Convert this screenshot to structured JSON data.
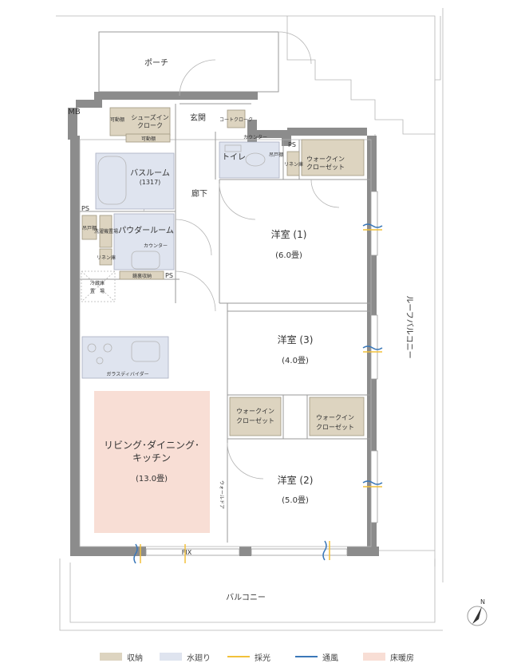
{
  "rooms": {
    "porch": "ポーチ",
    "mb": "MB",
    "shoes_closet_1": "シューズイン",
    "shoes_closet_2": "クローク",
    "movable_shelf_v": "可動棚",
    "movable_shelf_h": "可動棚",
    "entrance": "玄関",
    "coat_closet": "コートクローク",
    "toilet": "トイレ",
    "counter_toilet": "カウンター",
    "hanging_shelf_toilet": "吊戸棚",
    "ps_top": "PS",
    "linen_shelf": "リネン庫",
    "wic_top_1": "ウォークイン",
    "wic_top_2": "クローゼット",
    "bathroom": "バスルーム",
    "bathroom_size": "(1317)",
    "hallway": "廊下",
    "ps_left": "PS",
    "hanging_shelf_left": "吊戸棚",
    "washer_storage": "洗濯機置場",
    "powder_room": "パウダールーム",
    "counter_powder": "カウンター",
    "linen_small": "リネン庫",
    "washstand_storage": "鏡裏収納",
    "ps_mid": "PS",
    "fridge_1": "冷蔵庫",
    "fridge_2": "置　場",
    "glass_divider": "ガラスディバイダー",
    "ldk_1": "リビング･ダイニング･",
    "ldk_2": "キッチン",
    "ldk_size": "(13.0畳)",
    "western1": "洋室 (1)",
    "western1_size": "(6.0畳)",
    "western3": "洋室 (3)",
    "western3_size": "(4.0畳)",
    "wic_mid1_1": "ウォークイン",
    "wic_mid1_2": "クローゼット",
    "wic_mid2_1": "ウォークイン",
    "wic_mid2_2": "クローゼット",
    "western2": "洋室 (2)",
    "western2_size": "(5.0畳)",
    "wall_door": "ウォールドア",
    "fix": "FIX",
    "balcony": "バルコニー",
    "roof_balcony": "ルーフバルコニー",
    "north": "N"
  },
  "legend": [
    {
      "label": "収納",
      "color": "#ddd4c0"
    },
    {
      "label": "水廻り",
      "color": "#dfe4ef"
    },
    {
      "label": "採光",
      "color": "#f2c13a"
    },
    {
      "label": "通風",
      "color": "#3b78b8"
    },
    {
      "label": "床暖房",
      "color": "#f8ded5"
    }
  ]
}
